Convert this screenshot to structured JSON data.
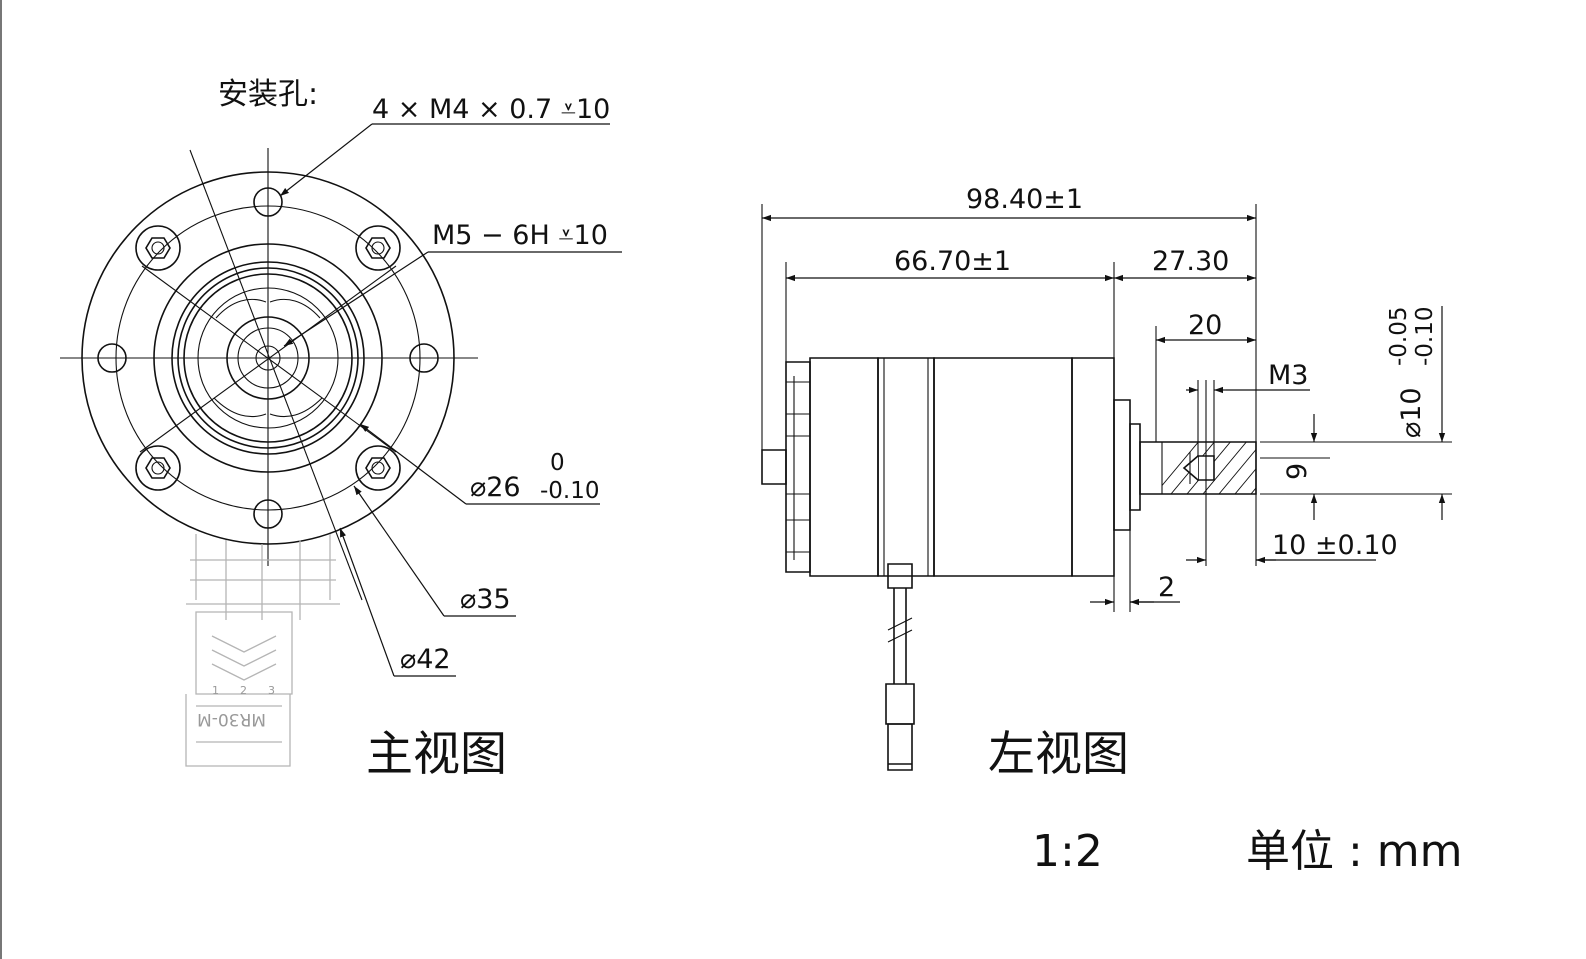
{
  "front_view": {
    "title": "主视图",
    "mount_holes_label": "安装孔:",
    "mount_holes_spec": "4 × M4 × 0.7 ⩡10",
    "center_thread_spec": "M5 − 6H ⩡10",
    "dia_26": "⌀26",
    "dia_26_tol_upper": "0",
    "dia_26_tol_lower": "-0.10",
    "dia_35": "⌀35",
    "dia_42": "⌀42",
    "connector_marking": "MR30-M",
    "connector_pins": [
      "1",
      "2",
      "3"
    ]
  },
  "side_view": {
    "title": "左视图",
    "overall_length": "98.40±1",
    "body_length": "66.70±1",
    "shaft_length": "27.30",
    "shaft_flat_length": "20",
    "tap_thread": "M3",
    "tap_position": "10 ±0.10",
    "flange_thickness": "2",
    "shaft_flat_height": "9",
    "shaft_dia": "⌀10",
    "shaft_dia_tol_upper": "-0.05",
    "shaft_dia_tol_lower": "-0.10"
  },
  "footer": {
    "scale": "1:2",
    "unit": "单位 : mm"
  }
}
